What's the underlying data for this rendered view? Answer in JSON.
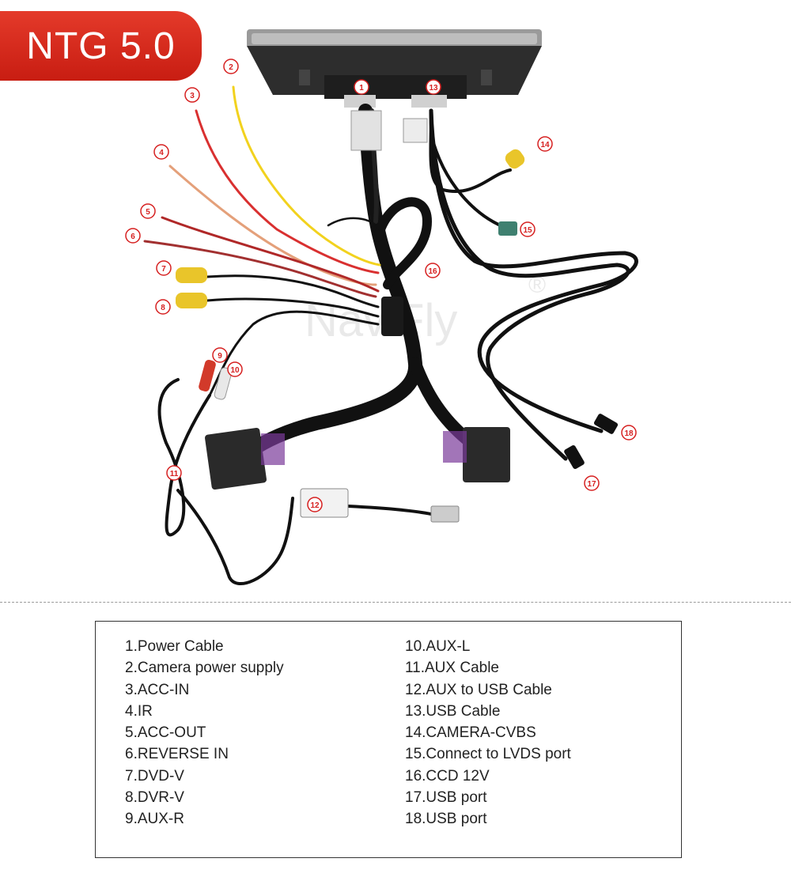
{
  "badge": {
    "label": "NTG 5.0"
  },
  "watermark": {
    "text": "NaviFly",
    "mark": "®"
  },
  "colors": {
    "badge": "#d42a1c",
    "callout": "#d62020",
    "cable": "#111111"
  },
  "callouts": [
    {
      "n": "1"
    },
    {
      "n": "2"
    },
    {
      "n": "3"
    },
    {
      "n": "4"
    },
    {
      "n": "5"
    },
    {
      "n": "6"
    },
    {
      "n": "7"
    },
    {
      "n": "8"
    },
    {
      "n": "9"
    },
    {
      "n": "10"
    },
    {
      "n": "11"
    },
    {
      "n": "12"
    },
    {
      "n": "13"
    },
    {
      "n": "14"
    },
    {
      "n": "15"
    },
    {
      "n": "16"
    },
    {
      "n": "17"
    },
    {
      "n": "18"
    }
  ],
  "legend": {
    "left": [
      "1.Power Cable",
      "2.Camera power supply",
      "3.ACC-IN",
      "4.IR",
      "5.ACC-OUT",
      "6.REVERSE IN",
      "7.DVD-V",
      "8.DVR-V",
      "9.AUX-R"
    ],
    "right": [
      "10.AUX-L",
      "11.AUX Cable",
      "12.AUX to USB Cable",
      "13.USB Cable",
      "14.CAMERA-CVBS",
      "15.Connect to LVDS port",
      "16.CCD 12V",
      "17.USB port",
      "18.USB port"
    ]
  }
}
